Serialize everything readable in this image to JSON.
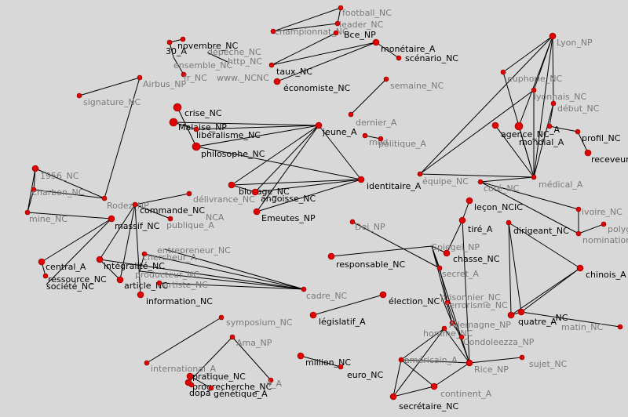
{
  "nodes": [
    {
      "id": "football",
      "label": "football_NC",
      "shade": "gray"
    },
    {
      "id": "leader",
      "label": "leader_NC",
      "shade": "gray"
    },
    {
      "id": "championnat",
      "label": "championnat_NC",
      "shade": "gray"
    },
    {
      "id": "bce",
      "label": "Bce_NP",
      "shade": "dark"
    },
    {
      "id": "monetaire",
      "label": "monétaire_A",
      "shade": "dark"
    },
    {
      "id": "scenario",
      "label": "scénario_NC",
      "shade": "dark"
    },
    {
      "id": "taux",
      "label": "taux_NC",
      "shade": "dark"
    },
    {
      "id": "economiste",
      "label": "économiste_NC",
      "shade": "dark"
    },
    {
      "id": "novembre",
      "label": "novembre_NC",
      "shade": "dark"
    },
    {
      "id": "n30",
      "label": "30_A",
      "shade": "dark"
    },
    {
      "id": "depeche",
      "label": "dépêche_NC",
      "shade": "gray"
    },
    {
      "id": "http",
      "label": "http_NC",
      "shade": "gray"
    },
    {
      "id": "ensemble",
      "label": "ensemble_NC",
      "shade": "gray"
    },
    {
      "id": "fr",
      "label": "fr_NC",
      "shade": "gray"
    },
    {
      "id": "www",
      "label": "www._NCNC",
      "shade": "gray"
    },
    {
      "id": "airbus",
      "label": "Airbus_NP",
      "shade": "gray"
    },
    {
      "id": "signature",
      "label": "signature_NC",
      "shade": "gray"
    },
    {
      "id": "semaine",
      "label": "semaine_NC",
      "shade": "gray"
    },
    {
      "id": "dernier",
      "label": "dernier_A",
      "shade": "gray"
    },
    {
      "id": "mod",
      "label": "mod",
      "shade": "gray"
    },
    {
      "id": "politique",
      "label": "politique_A",
      "shade": "gray"
    },
    {
      "id": "crise",
      "label": "crise_NC",
      "shade": "dark"
    },
    {
      "id": "malaise",
      "label": "Malaise_NP",
      "shade": "dark"
    },
    {
      "id": "liberalisme",
      "label": "libéralisme_NC",
      "shade": "dark"
    },
    {
      "id": "philosophe",
      "label": "philosophe_NC",
      "shade": "dark"
    },
    {
      "id": "jeune",
      "label": "jeune_A",
      "shade": "dark"
    },
    {
      "id": "identitaire",
      "label": "identitaire_A",
      "shade": "dark"
    },
    {
      "id": "blocage",
      "label": "blocage_NC",
      "shade": "dark"
    },
    {
      "id": "angoisse",
      "label": "angoisse_NC",
      "shade": "dark"
    },
    {
      "id": "emeutes",
      "label": "Emeutes_NP",
      "shade": "dark"
    },
    {
      "id": "n1956",
      "label": "1956_NC",
      "shade": "gray"
    },
    {
      "id": "charbon",
      "label": "charbon_NC",
      "shade": "gray"
    },
    {
      "id": "mine",
      "label": "mine_NC",
      "shade": "gray"
    },
    {
      "id": "rodez",
      "label": "Rodez_NP",
      "shade": "gray"
    },
    {
      "id": "massif",
      "label": "massif_NC",
      "shade": "dark"
    },
    {
      "id": "commande",
      "label": "commande_NC",
      "shade": "dark"
    },
    {
      "id": "delivrance",
      "label": "délivrance_NC",
      "shade": "gray"
    },
    {
      "id": "ncA",
      "label": "NCA",
      "shade": "gray"
    },
    {
      "id": "publique",
      "label": "publique_A",
      "shade": "gray"
    },
    {
      "id": "central",
      "label": "central_A",
      "shade": "dark"
    },
    {
      "id": "ressource",
      "label": "ressource_NC",
      "shade": "dark"
    },
    {
      "id": "societe",
      "label": "société_NC",
      "shade": "dark"
    },
    {
      "id": "integralite",
      "label": "intégralité_NC",
      "shade": "dark"
    },
    {
      "id": "entrepreneur",
      "label": "entrepreneur_NC",
      "shade": "gray"
    },
    {
      "id": "chercheur",
      "label": "chercheur_A",
      "shade": "gray"
    },
    {
      "id": "producteur",
      "label": "producteur_NC",
      "shade": "gray"
    },
    {
      "id": "article",
      "label": "article_NC",
      "shade": "dark"
    },
    {
      "id": "artiste",
      "label": "artiste_NC",
      "shade": "gray"
    },
    {
      "id": "information",
      "label": "information_NC",
      "shade": "dark"
    },
    {
      "id": "cadre",
      "label": "cadre_NC",
      "shade": "gray"
    },
    {
      "id": "lyon",
      "label": "Lyon_NP",
      "shade": "gray"
    },
    {
      "id": "euphorie",
      "label": "euphorie_NC",
      "shade": "gray"
    },
    {
      "id": "lyonnais",
      "label": "lyonnais_NC",
      "shade": "gray"
    },
    {
      "id": "debut",
      "label": "début_NC",
      "shade": "gray"
    },
    {
      "id": "agence",
      "label": "agence_NC",
      "shade": "dark"
    },
    {
      "id": "mondial",
      "label": "mondial_A",
      "shade": "dark"
    },
    {
      "id": "nA",
      "label": "_A",
      "shade": "dark"
    },
    {
      "id": "profil",
      "label": "profil_NC",
      "shade": "dark"
    },
    {
      "id": "receveur",
      "label": "receveur_NC",
      "shade": "dark"
    },
    {
      "id": "equipe",
      "label": "équipe_NC",
      "shade": "gray"
    },
    {
      "id": "medical",
      "label": "médical_A",
      "shade": "gray"
    },
    {
      "id": "cote",
      "label": "côté_NC",
      "shade": "gray"
    },
    {
      "id": "ivoire",
      "label": "ivoire_NC",
      "shade": "gray"
    },
    {
      "id": "polyg",
      "label": "polyga",
      "shade": "gray"
    },
    {
      "id": "nomination",
      "label": "nomination_NC",
      "shade": "gray"
    },
    {
      "id": "lecon",
      "label": "leçon_NCIC",
      "shade": "dark"
    },
    {
      "id": "tire",
      "label": "tiré_A",
      "shade": "dark"
    },
    {
      "id": "chasse",
      "label": "chasse_NC",
      "shade": "dark"
    },
    {
      "id": "spiegel",
      "label": "Spiegel_NP",
      "shade": "gray"
    },
    {
      "id": "dei",
      "label": "Dei_NP",
      "shade": "gray"
    },
    {
      "id": "secret",
      "label": "secret_A",
      "shade": "gray"
    },
    {
      "id": "responsable",
      "label": "responsable_NC",
      "shade": "dark"
    },
    {
      "id": "prisonnier",
      "label": "prisonnier_NC",
      "shade": "gray"
    },
    {
      "id": "terrorisme",
      "label": "terrorisme_NC",
      "shade": "gray"
    },
    {
      "id": "allemagne",
      "label": "Allemagne_NP",
      "shade": "gray"
    },
    {
      "id": "dirigeant",
      "label": "dirigeant_NC",
      "shade": "dark"
    },
    {
      "id": "chinois",
      "label": "chinois_A",
      "shade": "dark"
    },
    {
      "id": "quatre",
      "label": "quatre_A",
      "shade": "dark"
    },
    {
      "id": "nc2",
      "label": "_NC",
      "shade": "dark"
    },
    {
      "id": "matin",
      "label": "matin_NC",
      "shade": "gray"
    },
    {
      "id": "election",
      "label": "élection_NC",
      "shade": "dark"
    },
    {
      "id": "legislatif",
      "label": "législatif_A",
      "shade": "dark"
    },
    {
      "id": "symposium",
      "label": "symposium_NC",
      "shade": "gray"
    },
    {
      "id": "ama",
      "label": "Ama_NP",
      "shade": "gray"
    },
    {
      "id": "international",
      "label": "international_A",
      "shade": "gray"
    },
    {
      "id": "pratique",
      "label": "pratique_NC",
      "shade": "dark"
    },
    {
      "id": "progrecherche",
      "label": "progrecherche_NC",
      "shade": "dark"
    },
    {
      "id": "dopa",
      "label": "dopa",
      "shade": "dark"
    },
    {
      "id": "genetique",
      "label": "génétique_A",
      "shade": "dark"
    },
    {
      "id": "n4A",
      "label": "4_A",
      "shade": "gray"
    },
    {
      "id": "million",
      "label": "million_NC",
      "shade": "dark"
    },
    {
      "id": "euro",
      "label": "euro_NC",
      "shade": "dark"
    },
    {
      "id": "homme",
      "label": "homme_NC",
      "shade": "gray"
    },
    {
      "id": "condoleezza",
      "label": "Condoleezza_NP",
      "shade": "gray"
    },
    {
      "id": "americain",
      "label": "américain_A",
      "shade": "gray"
    },
    {
      "id": "rice",
      "label": "Rice_NP",
      "shade": "gray"
    },
    {
      "id": "sujet",
      "label": "sujet_NC",
      "shade": "gray"
    },
    {
      "id": "continent",
      "label": "continent_A",
      "shade": "gray"
    },
    {
      "id": "secretaire",
      "label": "secrétaire_NC",
      "shade": "dark"
    }
  ],
  "edges": [
    [
      "championnat",
      "football"
    ],
    [
      "championnat",
      "leader"
    ],
    [
      "football",
      "leader"
    ],
    [
      "taux",
      "monetaire"
    ],
    [
      "taux",
      "bce"
    ],
    [
      "economiste",
      "monetaire"
    ],
    [
      "monetaire",
      "scenario"
    ],
    [
      "n30",
      "novembre"
    ],
    [
      "n30",
      "ensemble"
    ],
    [
      "ensemble",
      "fr"
    ],
    [
      "depeche",
      "http"
    ],
    [
      "airbus",
      "signature"
    ],
    [
      "airbus",
      "rodez"
    ],
    [
      "semaine",
      "dernier"
    ],
    [
      "mod",
      "politique"
    ],
    [
      "crise",
      "philosophe"
    ],
    [
      "malaise",
      "jeune"
    ],
    [
      "malaise",
      "liberalisme"
    ],
    [
      "liberalisme",
      "jeune"
    ],
    [
      "philosophe",
      "jeune"
    ],
    [
      "jeune",
      "identitaire"
    ],
    [
      "jeune",
      "blocage"
    ],
    [
      "jeune",
      "angoisse"
    ],
    [
      "jeune",
      "emeutes"
    ],
    [
      "identitaire",
      "blocage"
    ],
    [
      "identitaire",
      "angoisse"
    ],
    [
      "identitaire",
      "emeutes"
    ],
    [
      "philosophe",
      "identitaire"
    ],
    [
      "blocage",
      "angoisse"
    ],
    [
      "n1956",
      "charbon"
    ],
    [
      "n1956",
      "mine"
    ],
    [
      "n1956",
      "rodez"
    ],
    [
      "charbon",
      "mine"
    ],
    [
      "charbon",
      "rodez"
    ],
    [
      "mine",
      "massif"
    ],
    [
      "massif",
      "central"
    ],
    [
      "central",
      "ressource"
    ],
    [
      "massif",
      "societe"
    ],
    [
      "commande",
      "delivrance"
    ],
    [
      "commande",
      "publique"
    ],
    [
      "commande",
      "article"
    ],
    [
      "commande",
      "integralite"
    ],
    [
      "commande",
      "information"
    ],
    [
      "entrepreneur",
      "cadre"
    ],
    [
      "chercheur",
      "cadre"
    ],
    [
      "producteur",
      "cadre"
    ],
    [
      "artiste",
      "cadre"
    ],
    [
      "integralite",
      "cadre"
    ],
    [
      "chercheur",
      "producteur"
    ],
    [
      "article",
      "integralite"
    ],
    [
      "lyon",
      "equipe"
    ],
    [
      "lyon",
      "euphorie"
    ],
    [
      "lyon",
      "lyonnais"
    ],
    [
      "lyon",
      "medical"
    ],
    [
      "lyon",
      "debut"
    ],
    [
      "lyon",
      "mondial"
    ],
    [
      "euphorie",
      "medical"
    ],
    [
      "lyonnais",
      "medical"
    ],
    [
      "debut",
      "medical"
    ],
    [
      "agence",
      "medical"
    ],
    [
      "mondial",
      "medical"
    ],
    [
      "equipe",
      "lyonnais"
    ],
    [
      "equipe",
      "medical"
    ],
    [
      "profil",
      "receveur"
    ],
    [
      "debut",
      "nA"
    ],
    [
      "nA",
      "profil"
    ],
    [
      "cote",
      "medical"
    ],
    [
      "cote",
      "nomination"
    ],
    [
      "cote",
      "ivoire"
    ],
    [
      "ivoire",
      "nomination"
    ],
    [
      "nomination",
      "polyg"
    ],
    [
      "lecon",
      "tire"
    ],
    [
      "tire",
      "chasse"
    ],
    [
      "spiegel",
      "chasse"
    ],
    [
      "dei",
      "secret"
    ],
    [
      "responsable",
      "spiegel"
    ],
    [
      "spiegel",
      "secret"
    ],
    [
      "secret",
      "terrorisme"
    ],
    [
      "spiegel",
      "allemagne"
    ],
    [
      "prisonnier",
      "allemagne"
    ],
    [
      "allemagne",
      "condoleezza"
    ],
    [
      "terrorisme",
      "rice"
    ],
    [
      "spiegel",
      "rice"
    ],
    [
      "tire",
      "rice"
    ],
    [
      "dirigeant",
      "chinois"
    ],
    [
      "dirigeant",
      "quatre"
    ],
    [
      "quatre",
      "nc2"
    ],
    [
      "chinois",
      "quatre"
    ],
    [
      "chinois",
      "nc2"
    ],
    [
      "dirigeant",
      "nc2"
    ],
    [
      "matin",
      "nc2"
    ],
    [
      "election",
      "legislatif"
    ],
    [
      "symposium",
      "international"
    ],
    [
      "ama",
      "n4A"
    ],
    [
      "ama",
      "progrecherche"
    ],
    [
      "pratique",
      "genetique"
    ],
    [
      "progrecherche",
      "dopa"
    ],
    [
      "million",
      "euro"
    ],
    [
      "homme",
      "rice"
    ],
    [
      "homme",
      "americain"
    ],
    [
      "americain",
      "rice"
    ],
    [
      "americain",
      "secretaire"
    ],
    [
      "americain",
      "continent"
    ],
    [
      "rice",
      "continent"
    ],
    [
      "rice",
      "sujet"
    ],
    [
      "secretaire",
      "continent"
    ],
    [
      "secretaire",
      "homme"
    ]
  ]
}
